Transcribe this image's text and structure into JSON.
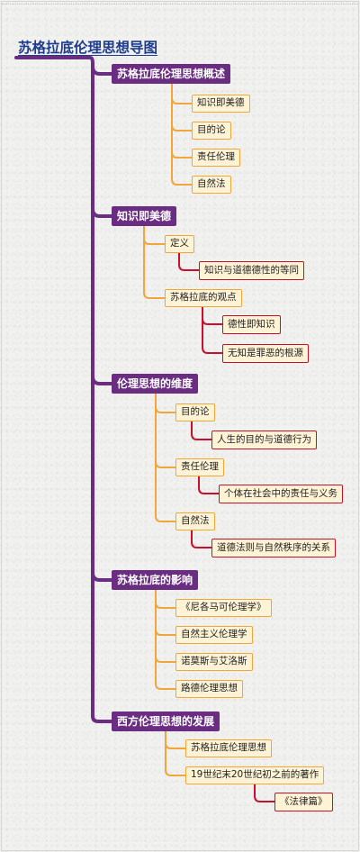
{
  "title": "苏格拉底伦理思想导图",
  "colors": {
    "trunk": "#6a2d82",
    "level2_line": "#f0a63a",
    "level3_line": "#c8102e",
    "title": "#1e3c8c"
  },
  "branches": [
    {
      "label": "苏格拉底伦理思想概述",
      "children": [
        {
          "label": "知识即美德"
        },
        {
          "label": "目的论"
        },
        {
          "label": "责任伦理"
        },
        {
          "label": "自然法"
        }
      ]
    },
    {
      "label": "知识即美德",
      "children": [
        {
          "label": "定义",
          "children": [
            {
              "label": "知识与道德德性的等同"
            }
          ]
        },
        {
          "label": "苏格拉底的观点",
          "children": [
            {
              "label": "德性即知识"
            },
            {
              "label": "无知是罪恶的根源"
            }
          ]
        }
      ]
    },
    {
      "label": "伦理思想的维度",
      "children": [
        {
          "label": "目的论",
          "children": [
            {
              "label": "人生的目的与道德行为"
            }
          ]
        },
        {
          "label": "责任伦理",
          "children": [
            {
              "label": "个体在社会中的责任与义务"
            }
          ]
        },
        {
          "label": "自然法",
          "children": [
            {
              "label": "道德法则与自然秩序的关系"
            }
          ]
        }
      ]
    },
    {
      "label": "苏格拉底的影响",
      "children": [
        {
          "label": "《尼各马可伦理学》"
        },
        {
          "label": "自然主义伦理学"
        },
        {
          "label": "诺莫斯与艾洛斯"
        },
        {
          "label": "路德伦理思想"
        }
      ]
    },
    {
      "label": "西方伦理思想的发展",
      "children": [
        {
          "label": "苏格拉底伦理思想"
        },
        {
          "label": "19世纪末20世纪初之前的著作",
          "children": [
            {
              "label": "《法律篇》"
            }
          ]
        }
      ]
    }
  ]
}
